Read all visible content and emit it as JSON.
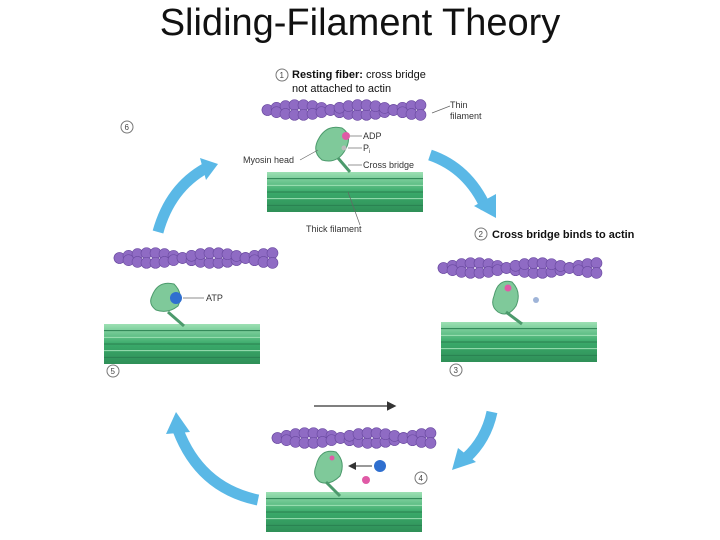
{
  "title": "Sliding-Filament Theory",
  "steps": {
    "s1": {
      "number": "1",
      "caption_bold": "Resting fiber:",
      "caption_rest": " cross bridge",
      "caption_line2": "not attached to actin"
    },
    "s2": {
      "number": "2",
      "caption": "Cross bridge binds to actin"
    },
    "s3": {
      "number": "3"
    },
    "s4": {
      "number": "4"
    },
    "s5": {
      "number": "5"
    },
    "s6": {
      "number": "6"
    }
  },
  "labels": {
    "thin_filament_1": "Thin",
    "thin_filament_2": "filament",
    "adp": "ADP",
    "pi": "P",
    "pi_sub": "i",
    "myosin_head": "Myosin head",
    "cross_bridge": "Cross bridge",
    "thick_filament": "Thick filament",
    "atp": "ATP"
  },
  "colors": {
    "actin": "#8f6bc4",
    "actin_dark": "#6a4aa0",
    "thick": "#3aaa6a",
    "thick_light": "#7fd39c",
    "myosin": "#7fc99a",
    "arrow": "#5ab8e6",
    "adp": "#e05aa6",
    "atp": "#2f6fcf"
  }
}
